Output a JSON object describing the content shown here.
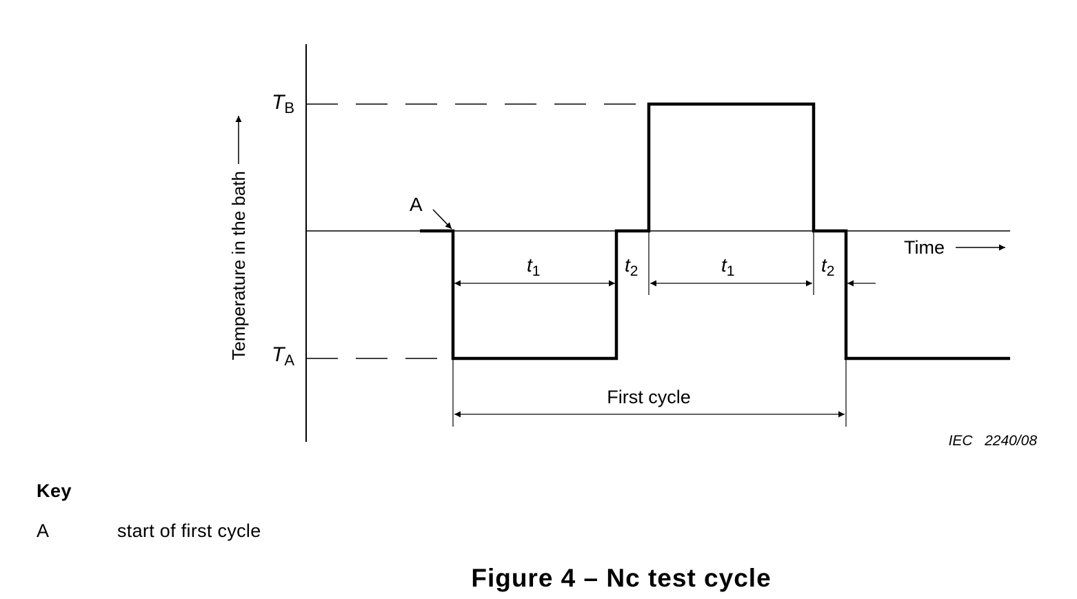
{
  "diagram": {
    "labels": {
      "y_axis": "Temperature in the bath",
      "x_axis": "Time",
      "tb_main": "T",
      "tb_sub": "B",
      "ta_main": "T",
      "ta_sub": "A",
      "marker_a": "A",
      "t1_main": "t",
      "t1_sub": "1",
      "t2_main": "t",
      "t2_sub": "2",
      "first_cycle": "First cycle",
      "reference": "IEC   2240/08"
    }
  },
  "key": {
    "title": "Key",
    "items": [
      {
        "letter": "A",
        "description": "start of first cycle"
      }
    ]
  },
  "caption": "Figure 4 – Nc test cycle"
}
